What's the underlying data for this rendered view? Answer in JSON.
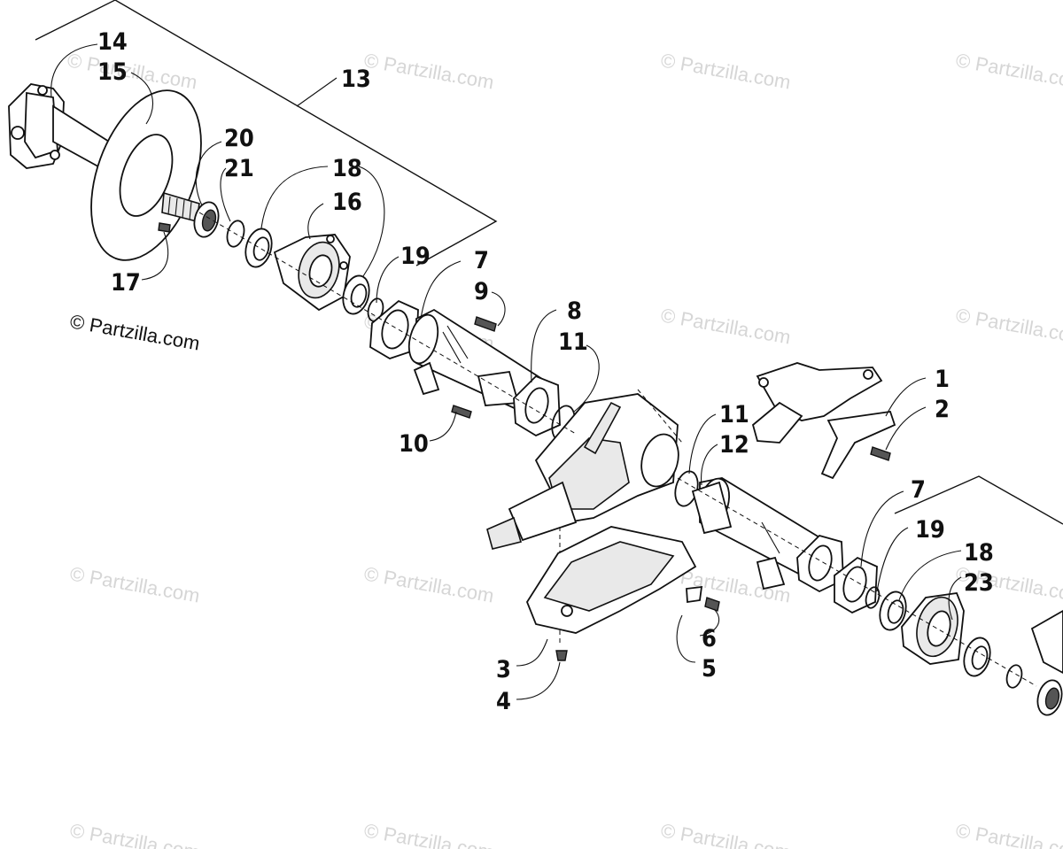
{
  "callouts": {
    "c1": "1",
    "c2": "2",
    "c3": "3",
    "c4": "4",
    "c5": "5",
    "c6": "6",
    "c7a": "7",
    "c7b": "7",
    "c8": "8",
    "c9": "9",
    "c10": "10",
    "c11a": "11",
    "c11b": "11",
    "c12": "12",
    "c13": "13",
    "c14": "14",
    "c15": "15",
    "c16": "16",
    "c17": "17",
    "c18a": "18",
    "c18b": "18",
    "c19a": "19",
    "c19b": "19",
    "c20": "20",
    "c21": "21",
    "c23": "23"
  },
  "copyright": "© Partzilla.com",
  "watermark": "© Partzilla.com",
  "colors": {
    "line": "#111111",
    "watermark": "#d6d6d6",
    "background": "#ffffff"
  }
}
